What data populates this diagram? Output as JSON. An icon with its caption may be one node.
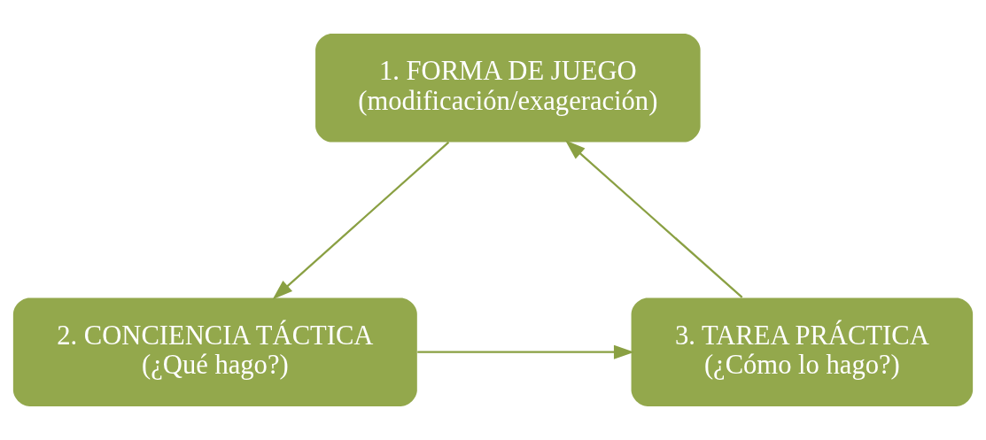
{
  "diagram": {
    "nodes": [
      {
        "text": [
          "1. FORMA DE JUEGO",
          "(modificación/exageración)"
        ]
      },
      {
        "text": [
          "2. CONCIENCIA TÁCTICA",
          "(¿Qué hago?)"
        ]
      },
      {
        "text": [
          "3. TAREA PRÁCTICA",
          "(¿Cómo lo hago?)"
        ]
      }
    ],
    "edges": [
      {
        "from": 0,
        "to": 1,
        "arrow": "to"
      },
      {
        "from": 1,
        "to": 2,
        "arrow": "to"
      },
      {
        "from": 2,
        "to": 0,
        "arrow": "to"
      }
    ]
  }
}
